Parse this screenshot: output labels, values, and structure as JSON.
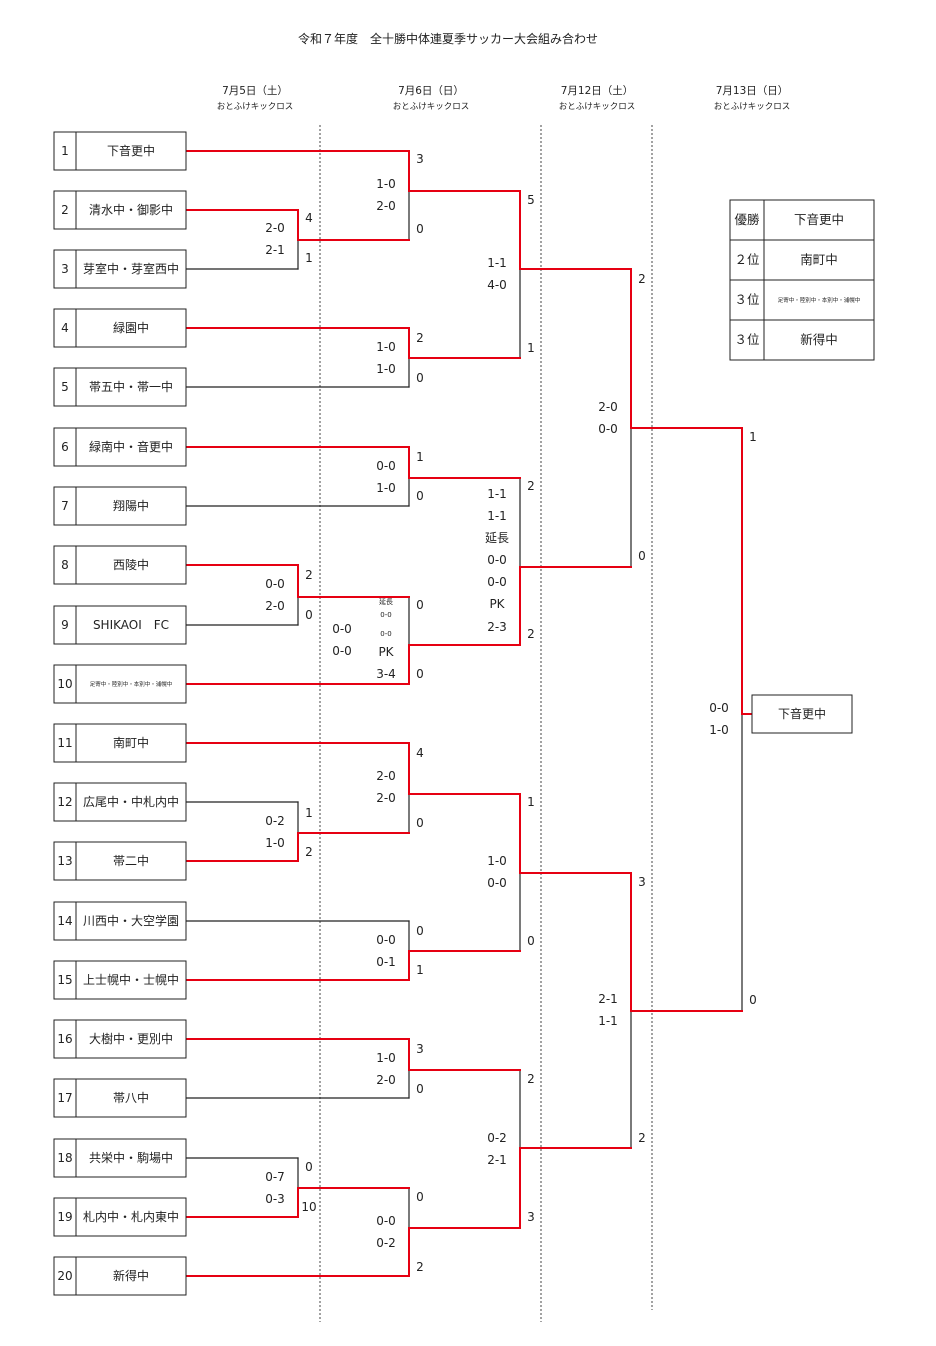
{
  "title": "令和７年度　全十勝中体連夏季サッカー大会組み合わせ",
  "columns": [
    {
      "date": "7月5日（土）",
      "venue": "おとふけキックロス"
    },
    {
      "date": "7月6日（日）",
      "venue": "おとふけキックロス"
    },
    {
      "date": "7月12日（土）",
      "venue": "おとふけキックロス"
    },
    {
      "date": "7月13日（日）",
      "venue": "おとふけキックロス"
    }
  ],
  "teams": [
    {
      "no": "1",
      "name": "下音更中"
    },
    {
      "no": "2",
      "name": "清水中・御影中"
    },
    {
      "no": "3",
      "name": "芽室中・芽室西中"
    },
    {
      "no": "4",
      "name": "緑園中"
    },
    {
      "no": "5",
      "name": "帯五中・帯一中"
    },
    {
      "no": "6",
      "name": "緑南中・音更中"
    },
    {
      "no": "7",
      "name": "翔陽中"
    },
    {
      "no": "8",
      "name": "西陵中"
    },
    {
      "no": "9",
      "name": "SHIKAOI　FC"
    },
    {
      "no": "10",
      "name": "足寄中・陸別中・本別中・浦幌中"
    },
    {
      "no": "11",
      "name": "南町中"
    },
    {
      "no": "12",
      "name": "広尾中・中札内中"
    },
    {
      "no": "13",
      "name": "帯二中"
    },
    {
      "no": "14",
      "name": "川西中・大空学園"
    },
    {
      "no": "15",
      "name": "上士幌中・士幌中"
    },
    {
      "no": "16",
      "name": "大樹中・更別中"
    },
    {
      "no": "17",
      "name": "帯八中"
    },
    {
      "no": "18",
      "name": "共栄中・駒場中"
    },
    {
      "no": "19",
      "name": "札内中・札内東中"
    },
    {
      "no": "20",
      "name": "新得中"
    }
  ],
  "matches": [
    {
      "id": "p1",
      "goals_top": "4",
      "goals_bottom": "1",
      "halves": [
        "2-0",
        "2-1"
      ]
    },
    {
      "id": "p2",
      "goals_top": "2",
      "goals_bottom": "0",
      "halves": [
        "0-0",
        "2-0"
      ]
    },
    {
      "id": "p3",
      "goals_top": "1",
      "goals_bottom": "2",
      "halves": [
        "0-2",
        "1-0"
      ]
    },
    {
      "id": "p4",
      "goals_top": "0",
      "goals_bottom": "10",
      "halves": [
        "0-7",
        "0-3"
      ]
    },
    {
      "id": "r1",
      "goals_top": "3",
      "goals_bottom": "0",
      "halves": [
        "1-0",
        "2-0"
      ]
    },
    {
      "id": "r2",
      "goals_top": "2",
      "goals_bottom": "0",
      "halves": [
        "1-0",
        "1-0"
      ]
    },
    {
      "id": "r3",
      "goals_top": "1",
      "goals_bottom": "0",
      "halves": [
        "0-0",
        "1-0"
      ]
    },
    {
      "id": "r4",
      "goals_top": "0",
      "goals_bottom": "0",
      "halves": [
        "0-0",
        "0-0"
      ],
      "extra": {
        "label": "延長",
        "score": "0-0"
      },
      "pk": {
        "label": "PK",
        "score": "3-4"
      }
    },
    {
      "id": "r5",
      "goals_top": "4",
      "goals_bottom": "0",
      "halves": [
        "2-0",
        "2-0"
      ]
    },
    {
      "id": "r6",
      "goals_top": "0",
      "goals_bottom": "1",
      "halves": [
        "0-0",
        "0-1"
      ]
    },
    {
      "id": "r7",
      "goals_top": "3",
      "goals_bottom": "0",
      "halves": [
        "1-0",
        "2-0"
      ]
    },
    {
      "id": "r8",
      "goals_top": "0",
      "goals_bottom": "2",
      "halves": [
        "0-0",
        "0-2"
      ]
    },
    {
      "id": "q1",
      "goals_top": "5",
      "goals_bottom": "1",
      "halves": [
        "1-1",
        "4-0"
      ]
    },
    {
      "id": "q2",
      "goals_top": "2",
      "goals_bottom": "2",
      "halves": [
        "1-1",
        "1-1"
      ],
      "extra": {
        "label": "延長",
        "score": "0-0 0-0"
      },
      "pk": {
        "label": "PK",
        "score": "2-3"
      }
    },
    {
      "id": "q3",
      "goals_top": "1",
      "goals_bottom": "0",
      "halves": [
        "1-0",
        "0-0"
      ]
    },
    {
      "id": "q4",
      "goals_top": "2",
      "goals_bottom": "3",
      "halves": [
        "0-2",
        "2-1"
      ]
    },
    {
      "id": "s1",
      "goals_top": "2",
      "goals_bottom": "0",
      "halves": [
        "2-0",
        "0-0"
      ]
    },
    {
      "id": "s2",
      "goals_top": "3",
      "goals_bottom": "2",
      "halves": [
        "2-1",
        "1-1"
      ]
    },
    {
      "id": "f",
      "goals_top": "1",
      "goals_bottom": "0",
      "halves": [
        "0-0",
        "1-0"
      ]
    }
  ],
  "champion": "下音更中",
  "results": [
    {
      "rank": "優勝",
      "team": "下音更中"
    },
    {
      "rank": "２位",
      "team": "南町中"
    },
    {
      "rank": "３位",
      "team": "足寄中・陸別中・本別中・浦幌中"
    },
    {
      "rank": "３位",
      "team": "新得中"
    }
  ],
  "colors": {
    "win": "#e60012",
    "line": "#222222"
  }
}
